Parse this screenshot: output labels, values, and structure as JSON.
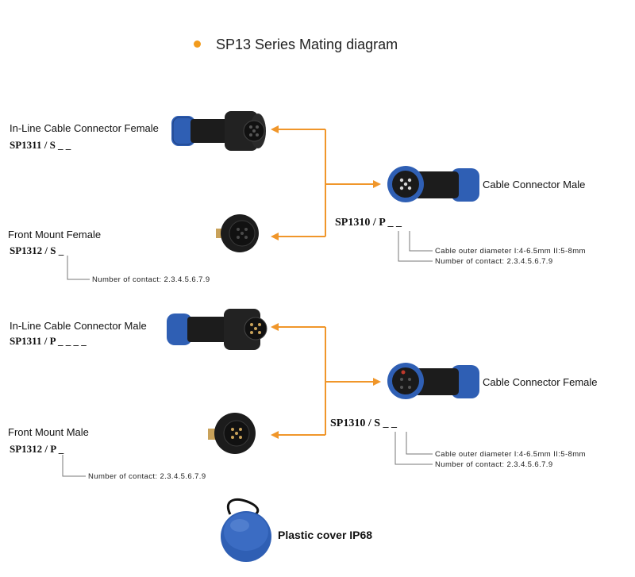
{
  "title": "SP13 Series Mating diagram",
  "colors": {
    "arrow": "#f0962a",
    "bullet": "#f29b1d",
    "coupling_blue": "#2f5fb4",
    "body_black": "#1c1c1c"
  },
  "section1": {
    "inline_label": "In-Line Cable Connector Female",
    "inline_code": "SP1311 / S",
    "inline_code_suffix": "_ _",
    "front_label_a": "Front Mount",
    "front_label_b": "Female",
    "front_code": "SP1312 / S",
    "front_code_suffix": "_",
    "front_note": "Number  of  contact:  2.3.4.5.6.7.9",
    "mate_label": "Cable Connector Male",
    "mate_code": "SP1310 / P",
    "mate_code_suffix": "_ _",
    "note_diameter": "Cable  outer  diameter  I:4-6.5mm  II:5-8mm",
    "note_contacts": "Number  of  contact:  2.3.4.5.6.7.9"
  },
  "section2": {
    "inline_label": "In-Line Cable Connector Male",
    "inline_code": "SP1311 / P",
    "inline_code_suffix": "_ _  _ _",
    "front_label_a": "Front Mount",
    "front_label_b": "Male",
    "front_code": "SP1312 / P",
    "front_code_suffix": "_",
    "front_note": "Number  of  contact:  2.3.4.5.6.7.9",
    "mate_label": "Cable Connector Female",
    "mate_code": "SP1310 / S",
    "mate_code_suffix": "_ _",
    "note_diameter": "Cable  outer  diameter  I:4-6.5mm  II:5-8mm",
    "note_contacts": "Number  of  contact:  2.3.4.5.6.7.9"
  },
  "cover_label": "Plastic cover IP68"
}
